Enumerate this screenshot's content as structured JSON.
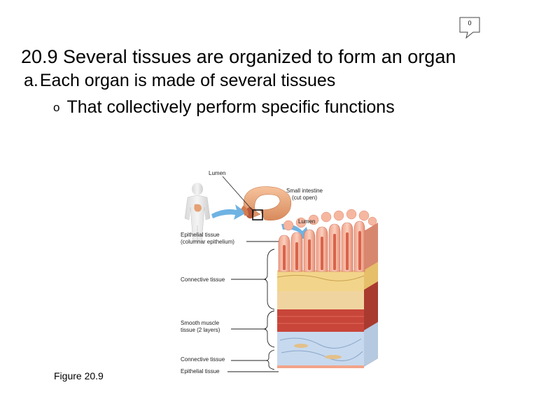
{
  "slide": {
    "comment_count": "0",
    "title": "20.9 Several tissues are organized to form an organ",
    "bullet1_marker": "a.",
    "bullet1": "Each organ is made of several tissues",
    "bullet2_marker": "o",
    "bullet2": "That collectively perform specific functions",
    "figure_label": "Figure 20.9"
  },
  "diagram": {
    "labels": {
      "lumen_top": "Lumen",
      "small_intestine_1": "Small intestine",
      "small_intestine_2": "(cut open)",
      "lumen_mid": "Lumen",
      "epithelial_1": "Epithelial tissue",
      "epithelial_2": "(columnar epithelium)",
      "connective_1": "Connective tissue",
      "smooth_1": "Smooth muscle",
      "smooth_2": "tissue (2 layers)",
      "connective_2": "Connective tissue",
      "epithelial_bottom": "Epithelial tissue"
    },
    "colors": {
      "tissue_pink": "#f3a48a",
      "villus_inner": "#d9634b",
      "muscle_red": "#c8453a",
      "connective_yellow": "#f2d58a",
      "serosa_blue": "#c7d9ee",
      "arrow_blue": "#6fb3e3",
      "intestine_tan": "#eaa577"
    }
  }
}
